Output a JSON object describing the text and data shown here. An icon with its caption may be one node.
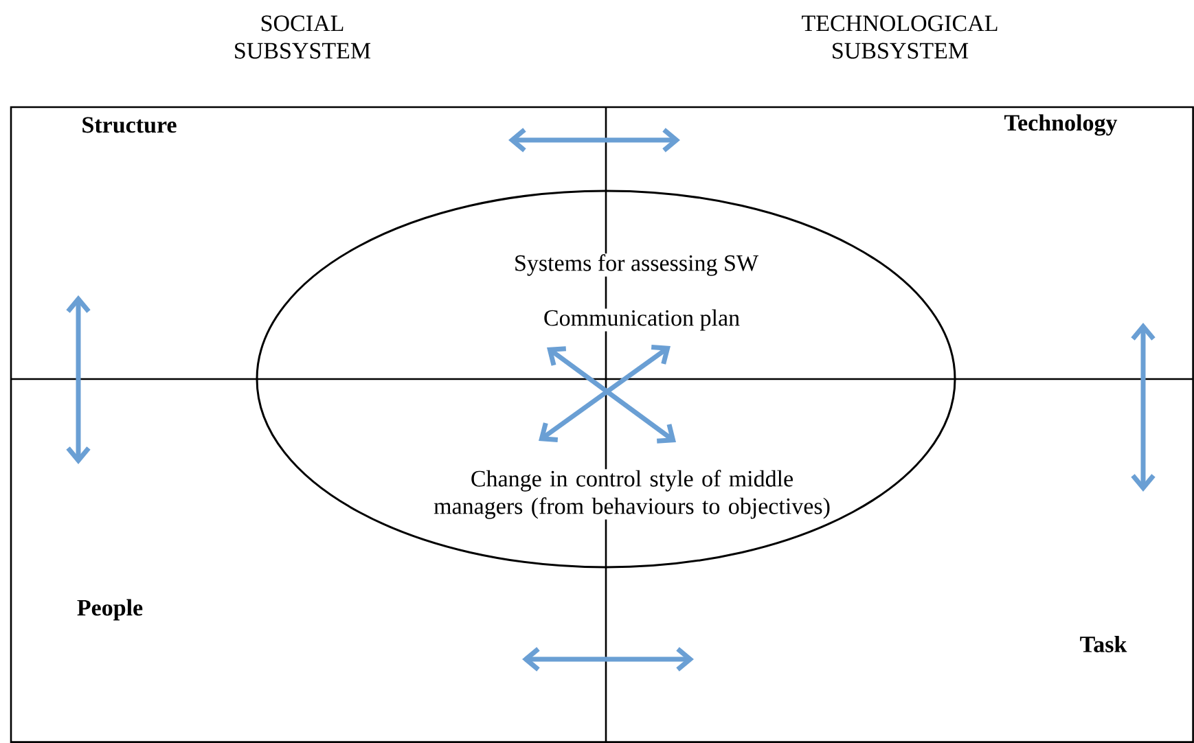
{
  "diagram": {
    "nodes": [
      {
        "text": [
          "Structure"
        ]
      },
      {
        "text": [
          "Technology"
        ]
      },
      {
        "text": [
          "People"
        ]
      },
      {
        "text": [
          "Task"
        ]
      },
      {
        "text": [
          "Systems for assessing SW",
          "Communication plan",
          "Change in control style of middle managers (from behaviours to objectives)"
        ]
      }
    ],
    "labels": [
      "SOCIAL SUBSYSTEM",
      "TECHNOLOGICAL SUBSYSTEM"
    ]
  }
}
